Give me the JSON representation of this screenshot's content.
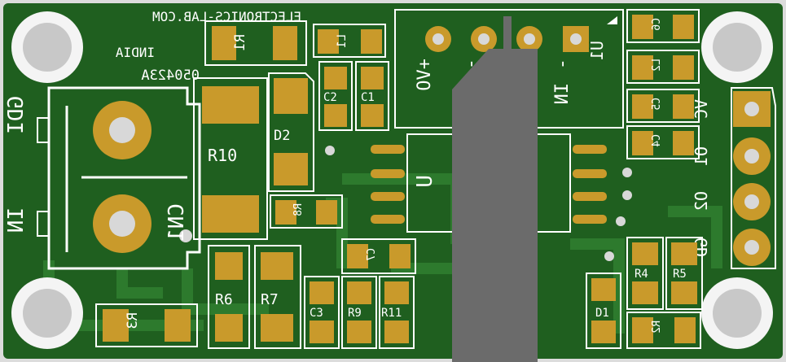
{
  "board": {
    "website": "ELECTRONICS-LAB.COM",
    "country": "INDIA",
    "code": "050423A"
  },
  "connectors": {
    "cn1": {
      "ref": "CN1",
      "pin1": "GDI",
      "pin2": "IN"
    },
    "header": {
      "pin1": "VC",
      "pin2": "O1",
      "pin3": "O2",
      "pin4": "GD"
    }
  },
  "u1": {
    "ref": "U1",
    "in_pos": "IN",
    "in_neg": "-",
    "out_pos": "+VO",
    "out_neg": "-",
    "plus": "+",
    "minus": "-",
    "out_label": "+VO"
  },
  "chip": {
    "ref": "U"
  },
  "components": {
    "r1": "R1",
    "l1": "L1",
    "c2": "C2",
    "c1": "C1",
    "d2": "D2",
    "r10": "R10",
    "r8": "R8",
    "c6": "C6",
    "l2": "L2",
    "c5": "C5",
    "c4": "C4",
    "c7": "C7",
    "r6": "R6",
    "r7": "R7",
    "c3": "C3",
    "r9": "R9",
    "r11": "R11",
    "r3": "R3",
    "r4": "R4",
    "r5": "R5",
    "d1": "D1",
    "r2": "R2"
  },
  "colors": {
    "pcb": "#1f5f1f",
    "trace": "#2a7a2a",
    "pad": "#c99a2b",
    "silk": "#ffffff",
    "hole": "#c8c8c8",
    "ic": "#6b6b6b"
  }
}
